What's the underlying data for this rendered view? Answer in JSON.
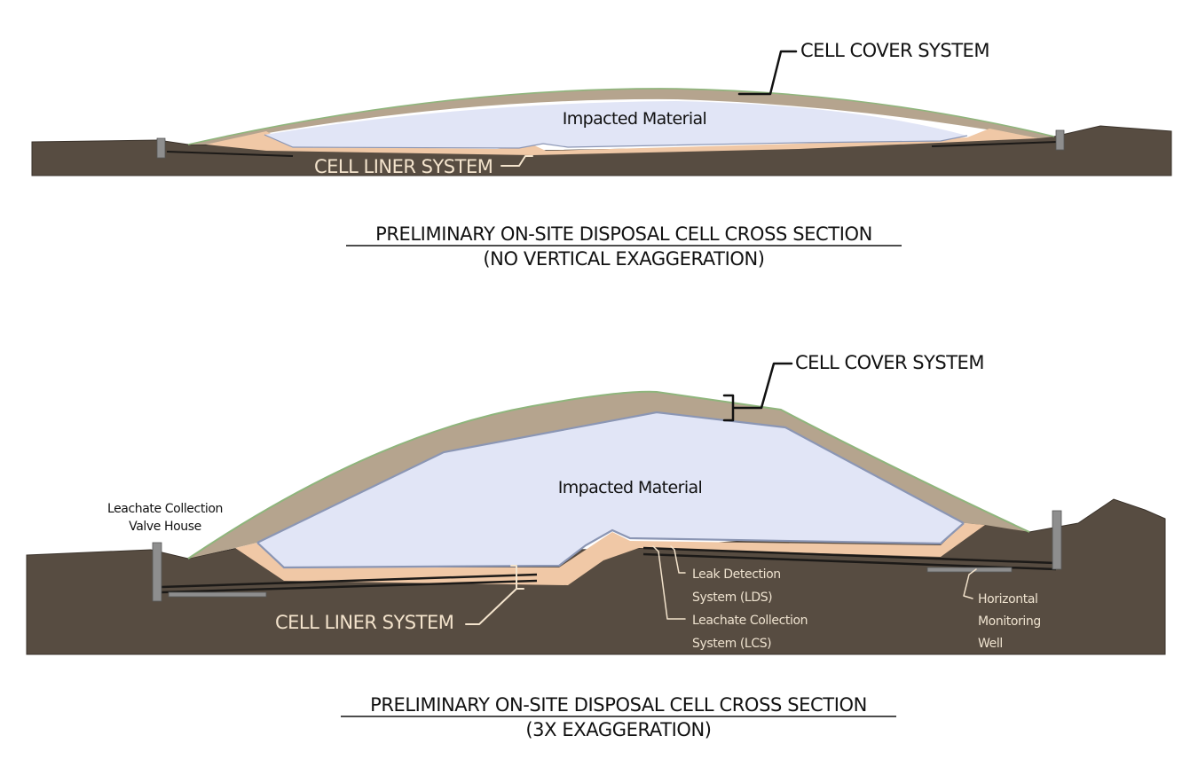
{
  "top_section": {
    "cover_label": "CELL COVER SYSTEM",
    "material_label": "Impacted Material",
    "liner_label": "CELL LINER SYSTEM",
    "title": "PRELIMINARY ON-SITE DISPOSAL CELL CROSS SECTION",
    "subtitle": "(NO VERTICAL EXAGGERATION)"
  },
  "bottom_section": {
    "cover_label": "CELL COVER SYSTEM",
    "material_label": "Impacted Material",
    "liner_label": "CELL LINER SYSTEM",
    "valve_house_label": [
      "Leachate Collection",
      "Valve House"
    ],
    "lds_label": [
      "Leak Detection",
      "System (LDS)"
    ],
    "lcs_label": [
      "Leachate Collection",
      "System (LCS)"
    ],
    "monitoring_well_label": [
      "Horizontal",
      "Monitoring",
      "Well"
    ],
    "title": "PRELIMINARY ON-SITE DISPOSAL CELL CROSS SECTION",
    "subtitle": "(3X EXAGGERATION)"
  },
  "colors": {
    "ground": "#574c41",
    "ground_edge": "#3a322a",
    "cover_soil": "#b5a48e",
    "cover_vegetation": "#8fb57c",
    "liner_sand": "#f0c8a6",
    "impacted_material": "#e1e5f6",
    "liner_membrane": "#8b96b4",
    "pipe": "#1c1a18",
    "structure_gray": "#8e8e8e"
  }
}
